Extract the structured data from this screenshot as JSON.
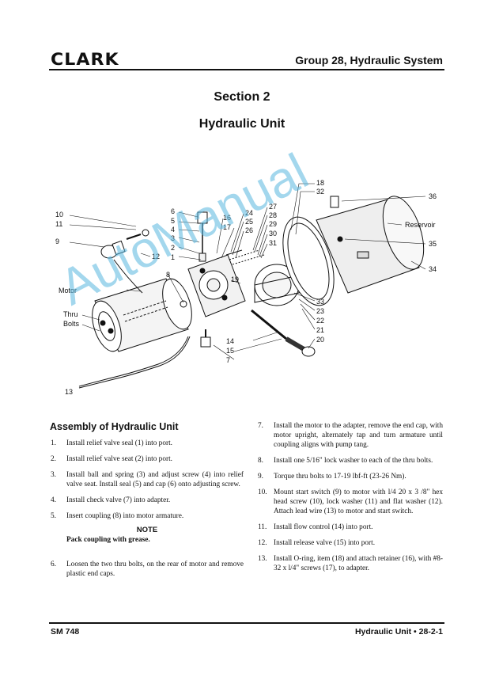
{
  "header": {
    "logo": "CLARK",
    "group_title": "Group 28, Hydraulic System"
  },
  "section": {
    "title": "Section 2",
    "subtitle": "Hydraulic Unit"
  },
  "diagram": {
    "callouts": [
      "1",
      "2",
      "3",
      "4",
      "5",
      "6",
      "7",
      "8",
      "9",
      "10",
      "11",
      "12",
      "13",
      "14",
      "15",
      "16",
      "17",
      "18",
      "19",
      "20",
      "21",
      "22",
      "23",
      "24",
      "25",
      "26",
      "27",
      "28",
      "29",
      "30",
      "31",
      "32",
      "33",
      "34",
      "35",
      "36"
    ],
    "labels": {
      "motor": "Motor",
      "thru": "Thru",
      "bolts": "Bolts",
      "reservoir": "Reservoir"
    }
  },
  "watermark": "AutoManual",
  "left_column": {
    "heading": "Assembly of Hydraulic Unit",
    "steps": [
      {
        "num": "1.",
        "text": "Install relief valve seal (1) into port."
      },
      {
        "num": "2.",
        "text": "Install relief valve seat (2) into port."
      },
      {
        "num": "3.",
        "text": "Install ball and spring (3) and adjust screw (4) into relief valve seat. Install seal (5) and cap (6) onto adjusting screw."
      },
      {
        "num": "4.",
        "text": "Install check valve (7) into adapter."
      },
      {
        "num": "5.",
        "text": "Insert coupling (8) into motor armature."
      }
    ],
    "note_heading": "NOTE",
    "note_text": "Pack coupling with grease.",
    "steps_after": [
      {
        "num": "6.",
        "text": "Loosen the two thru bolts, on the rear of motor and remove plastic end caps."
      }
    ]
  },
  "right_column": {
    "steps": [
      {
        "num": "7.",
        "text": "Install the motor to the adapter, remove the end cap, with motor upright, alternately tap and turn armature until coupling aligns with pump tang."
      },
      {
        "num": "8.",
        "text": "Install one 5/16\" lock washer to each of the thru bolts."
      },
      {
        "num": "9.",
        "text": "Torque thru bolts to 17-19 lbf-ft (23-26 Nm)."
      },
      {
        "num": "10.",
        "text": "Mount start switch (9) to motor with l/4 20 x 3 /8\" hex head screw (10), lock washer (11) and flat washer (12). Attach lead wire (13) to motor and start switch."
      },
      {
        "num": "11.",
        "text": "Install flow control (14) into port."
      },
      {
        "num": "12.",
        "text": "Install release valve (15) into port."
      },
      {
        "num": "13.",
        "text": "Install O-ring, item (18) and attach retainer (16), with #8-32 x l/4\" screws (17), to adapter."
      }
    ]
  },
  "footer": {
    "left": "SM 748",
    "right": "Hydraulic Unit • 28-2-1"
  }
}
